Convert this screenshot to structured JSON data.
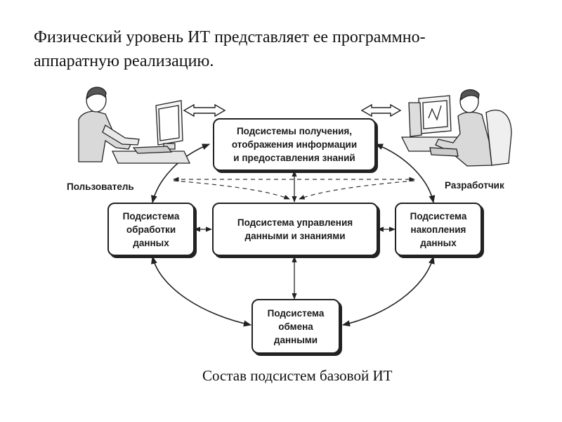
{
  "heading": {
    "line1": "Физический уровень ИТ представляет ее программно-",
    "line2": "аппаратную реализацию."
  },
  "roles": {
    "user": "Пользователь",
    "developer": "Разработчик"
  },
  "subsystems": {
    "acquisition": {
      "line1": "Подсистемы получения,",
      "line2": "отображения информации",
      "line3": "и предоставления знаний"
    },
    "processing": {
      "line1": "Подсистема",
      "line2": "обработки",
      "line3": "данных"
    },
    "management": {
      "line1": "Подсистема управления",
      "line2": "данными и знаниями"
    },
    "accumulation": {
      "line1": "Подсистема",
      "line2": "накопления",
      "line3": "данных"
    },
    "exchange": {
      "line1": "Подсистема",
      "line2": "обмена",
      "line3": "данными"
    }
  },
  "caption": "Состав подсистем базовой ИТ"
}
